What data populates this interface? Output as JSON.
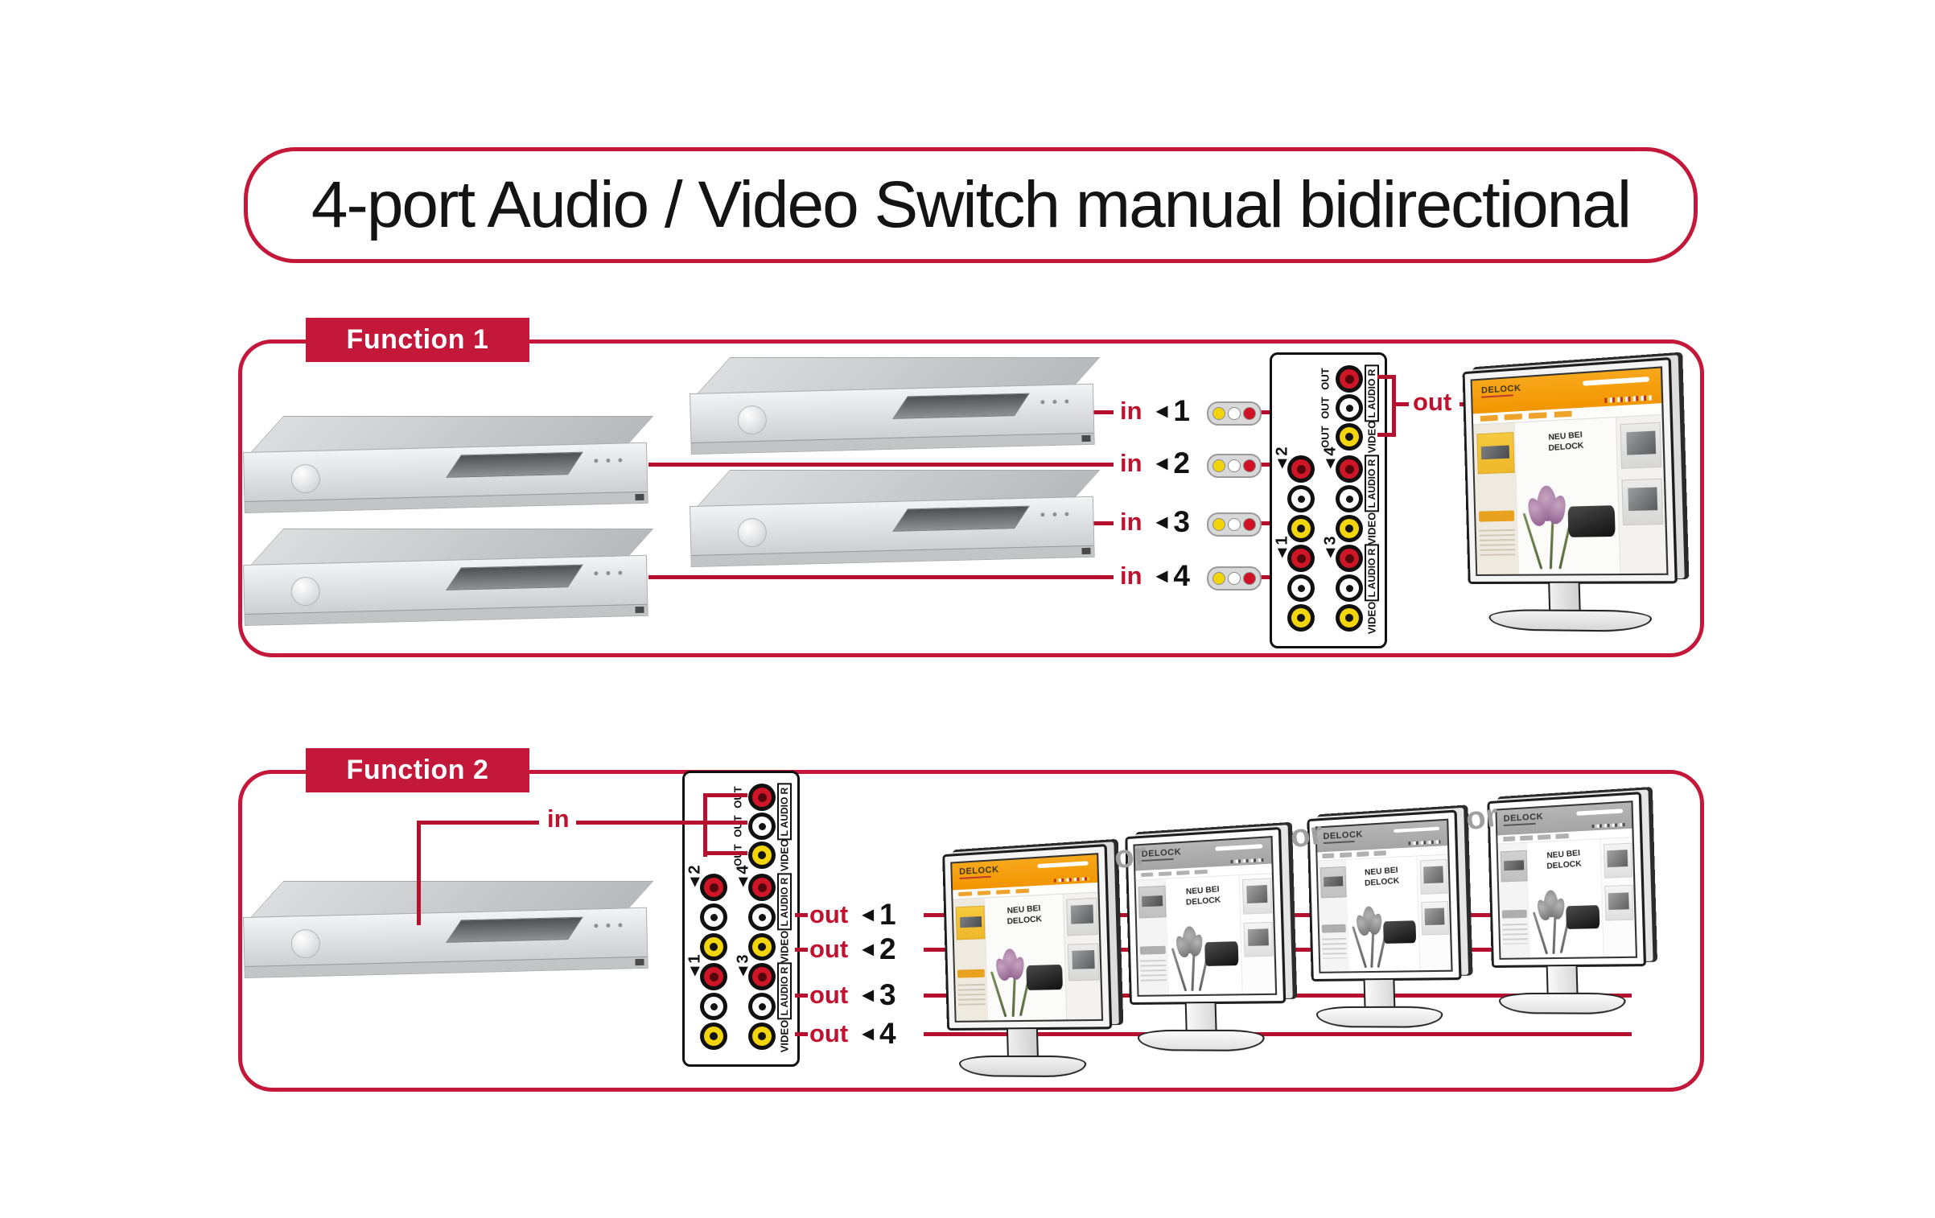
{
  "title": "4-port Audio / Video Switch manual bidirectional",
  "colors": {
    "accent": "#c31839",
    "line": "#b5112f",
    "or_gray": "#a0a0a0",
    "site_orange": "#f29500"
  },
  "function1": {
    "label": "Function 1",
    "in_word": "in",
    "out_word": "out",
    "arrow": "◄",
    "inputs": [
      "1",
      "2",
      "3",
      "4"
    ]
  },
  "function2": {
    "label": "Function 2",
    "in_word": "in",
    "out_word": "out",
    "arrow": "◄",
    "outputs": [
      "1",
      "2",
      "3",
      "4"
    ],
    "or_word": "or"
  },
  "panel": {
    "out_label": "OUT",
    "audio_label": "L AUDIO R",
    "video_label": "VIDEO",
    "group_labels": {
      "g1": "◄1",
      "g2": "◄2",
      "g3": "◄3",
      "g4": "◄4"
    }
  },
  "screen": {
    "logo": "DELOCK",
    "headline1": "NEU BEI",
    "headline2": "DELOCK"
  }
}
